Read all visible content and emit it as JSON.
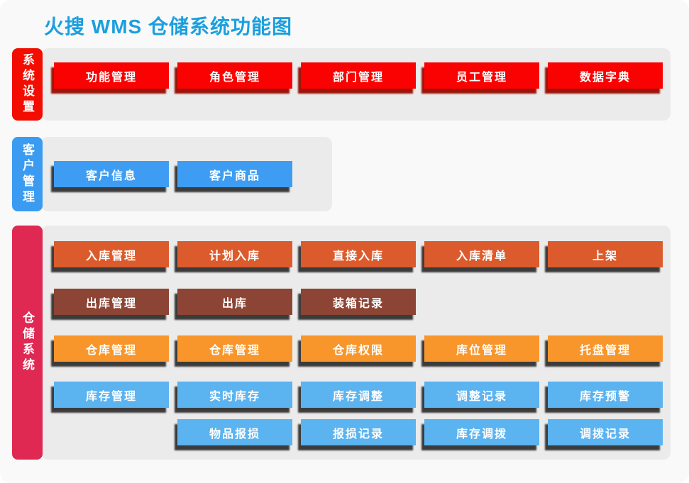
{
  "title": "火搜 WMS 仓储系统功能图",
  "palette": {
    "title_blue": "#1b9fde",
    "panel_gray": "#ebebeb",
    "label_red": "#f20d00",
    "label_blue": "#3b9bf1",
    "label_crimson": "#df2852",
    "btn_red": "#fb0202",
    "btn_red_shadow": "#9b150a",
    "btn_blue": "#3e9df2",
    "btn_vermilion": "#dc5b2c",
    "btn_brown": "#8c4434",
    "btn_orange": "#f8962b",
    "btn_sky": "#5bb3f0",
    "btn_dark_shadow": "#3b3b3b"
  },
  "sections": [
    {
      "label": "系统设置",
      "rows": [
        {
          "buttons": [
            "功能管理",
            "角色管理",
            "部门管理",
            "员工管理",
            "数据字典"
          ]
        }
      ]
    },
    {
      "label": "客户管理",
      "rows": [
        {
          "buttons": [
            "客户信息",
            "客户商品"
          ]
        }
      ]
    },
    {
      "label": "仓储系统",
      "rows": [
        {
          "buttons": [
            "入库管理",
            "计划入库",
            "直接入库",
            "入库清单",
            "上架"
          ]
        },
        {
          "buttons": [
            "出库管理",
            "出库",
            "装箱记录"
          ]
        },
        {
          "buttons": [
            "仓库管理",
            "仓库管理",
            "仓库权限",
            "库位管理",
            "托盘管理"
          ]
        },
        {
          "buttons": [
            "库存管理",
            "实时库存",
            "库存调整",
            "调整记录",
            "库存预警"
          ]
        },
        {
          "buttons": [
            "物品报损",
            "报损记录",
            "库存调拨",
            "调拨记录"
          ]
        }
      ]
    }
  ]
}
